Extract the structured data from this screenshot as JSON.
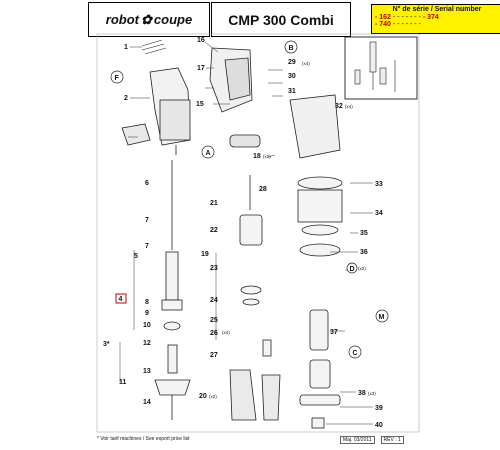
{
  "header": {
    "brand_left": "robot",
    "brand_right": "coupe",
    "model": "CMP 300 Combi",
    "serial_title": "N° de série / Serial number",
    "serial_line1_a": "- 162",
    "serial_line1_b": "- 374",
    "serial_line2_a": "- 740",
    "serial_dashes": "- - - - - - -"
  },
  "labels": {
    "A": "A",
    "B": "B",
    "C": "C",
    "D": "D",
    "F": "F",
    "M": "M",
    "1": "1",
    "2": "2",
    "3": "3*",
    "4": "4",
    "5": "5",
    "6": "6",
    "7": "7",
    "8": "8",
    "9": "9",
    "10": "10",
    "11": "11",
    "12": "12",
    "13": "13",
    "14": "14",
    "15": "15",
    "16": "16",
    "17": "17",
    "18": "18",
    "19": "19",
    "20": "20",
    "21": "21",
    "22": "22",
    "23": "23",
    "24": "24",
    "25": "25",
    "26": "26",
    "27": "27",
    "28": "28",
    "29": "29",
    "30": "30",
    "31": "31",
    "32": "32",
    "33": "33",
    "34": "34",
    "35": "35",
    "36": "36",
    "37": "37",
    "38": "38",
    "39": "39",
    "40": "40"
  },
  "qty": {
    "x2": "(x2)",
    "x4": "(x4)",
    "x3": "(x3)"
  },
  "footer": {
    "left": "* Voir tarif machines / See export price list",
    "date": "Maj. 03/2011",
    "rev": "REV : 1"
  }
}
